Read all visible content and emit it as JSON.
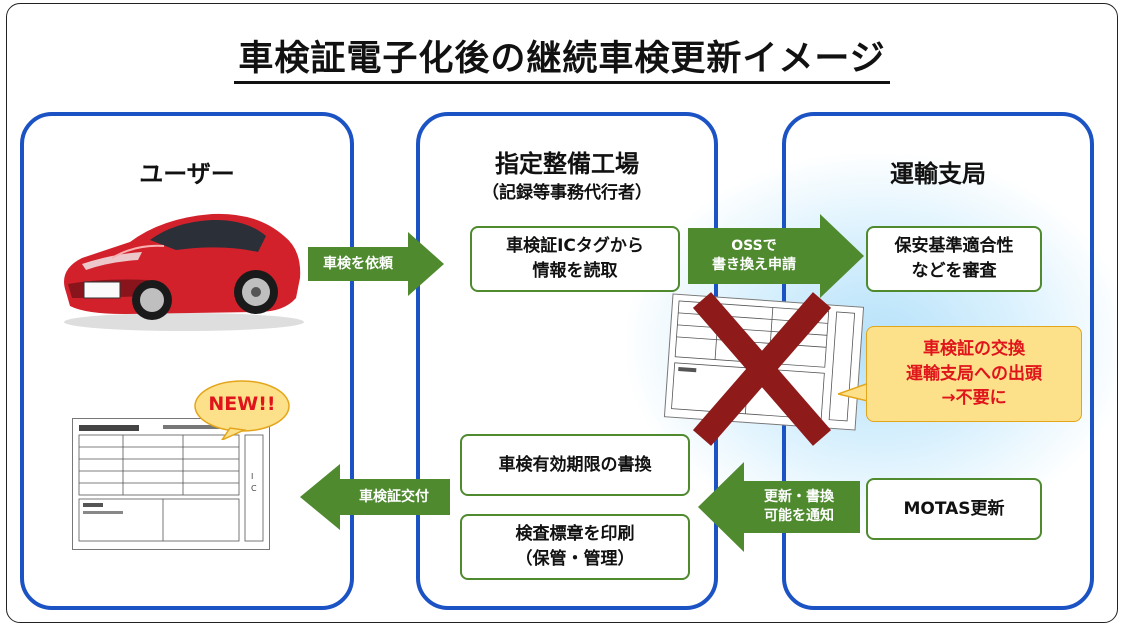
{
  "title": "車検証電子化後の継続車検更新イメージ",
  "panels": {
    "user": {
      "title": "ユーザー"
    },
    "factory": {
      "title": "指定整備工場",
      "subtitle": "（記録等事務代行者）"
    },
    "bureau": {
      "title": "運輸支局"
    }
  },
  "boxes": {
    "read_ic": "車検証ICタグから\n情報を読取",
    "review": "保安基準適合性\nなどを審査",
    "rewrite_expiry": "車検有効期限の書換",
    "print_sticker": "検査標章を印刷\n（保管・管理）",
    "motas": "MOTAS更新"
  },
  "arrows": {
    "request": "車検を依頼",
    "oss": "OSSで\n書き換え申請",
    "notify": "更新・書換\n可能を通知",
    "deliver": "車検証交付"
  },
  "callout": "車検証の交換\n運輸支局への出頭\n→不要に",
  "badge": "NEW!!",
  "colors": {
    "panel_border": "#1b52c4",
    "arrow_green": "#4f8a2f",
    "cross_red": "#8e1a1a",
    "callout_bg": "#fde08a",
    "callout_text": "#e0141b"
  }
}
